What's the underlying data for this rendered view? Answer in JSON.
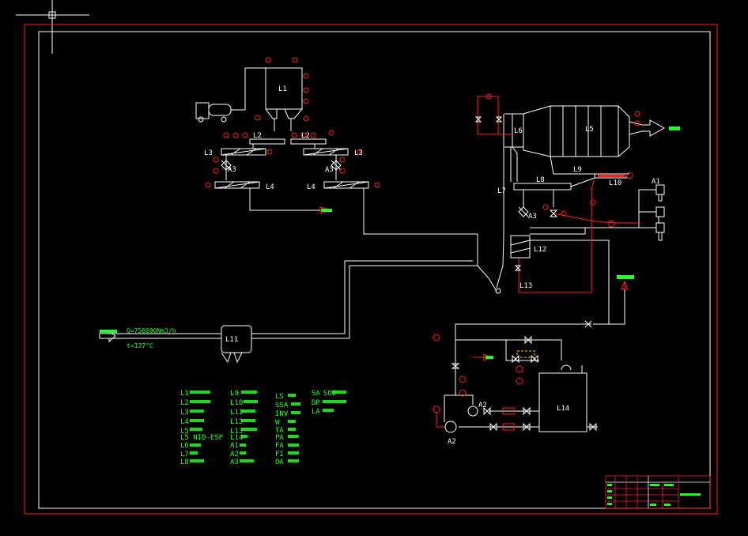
{
  "colors": {
    "background": "#000000",
    "frame": "#ff2020",
    "line": "#ffffff",
    "text": "#22ff22",
    "instrument": "#ff2020"
  },
  "equipment": {
    "L1": "L1",
    "L2a": "L2",
    "L2b": "L2",
    "L3a": "L3",
    "L3b": "L3",
    "L4a": "L4",
    "L4b": "L4",
    "A3a": "A3",
    "A3b": "A3",
    "A3c": "A3",
    "L5": "L5",
    "L6": "L6",
    "L7": "L7",
    "L8": "L8",
    "L9": "L9",
    "L10": "L10",
    "L11": "L11",
    "L12": "L12",
    "L13": "L13",
    "L14": "L14",
    "A1": "A1",
    "A2a": "A2",
    "A2b": "A2"
  },
  "annotations": {
    "flue_gas_flow": "Q=750000Nm3/h",
    "flue_gas_temp": "t=137°C"
  },
  "legend": {
    "col1": [
      "L1",
      "L2",
      "L3",
      "L4",
      "L5",
      "L5 NID-ESP",
      "L6",
      "L7",
      "L8"
    ],
    "col2": [
      "L9",
      "L10",
      "L11",
      "L12",
      "L13",
      "L14",
      "A1",
      "A2",
      "A3"
    ],
    "col3": [
      "LS",
      "SSA",
      "INV",
      "W",
      "TA",
      "PA",
      "FA",
      "FI",
      "OA"
    ],
    "col4": [
      "SA",
      "DP",
      "LA"
    ],
    "col4_suffix": [
      "SO2",
      "",
      ""
    ]
  }
}
